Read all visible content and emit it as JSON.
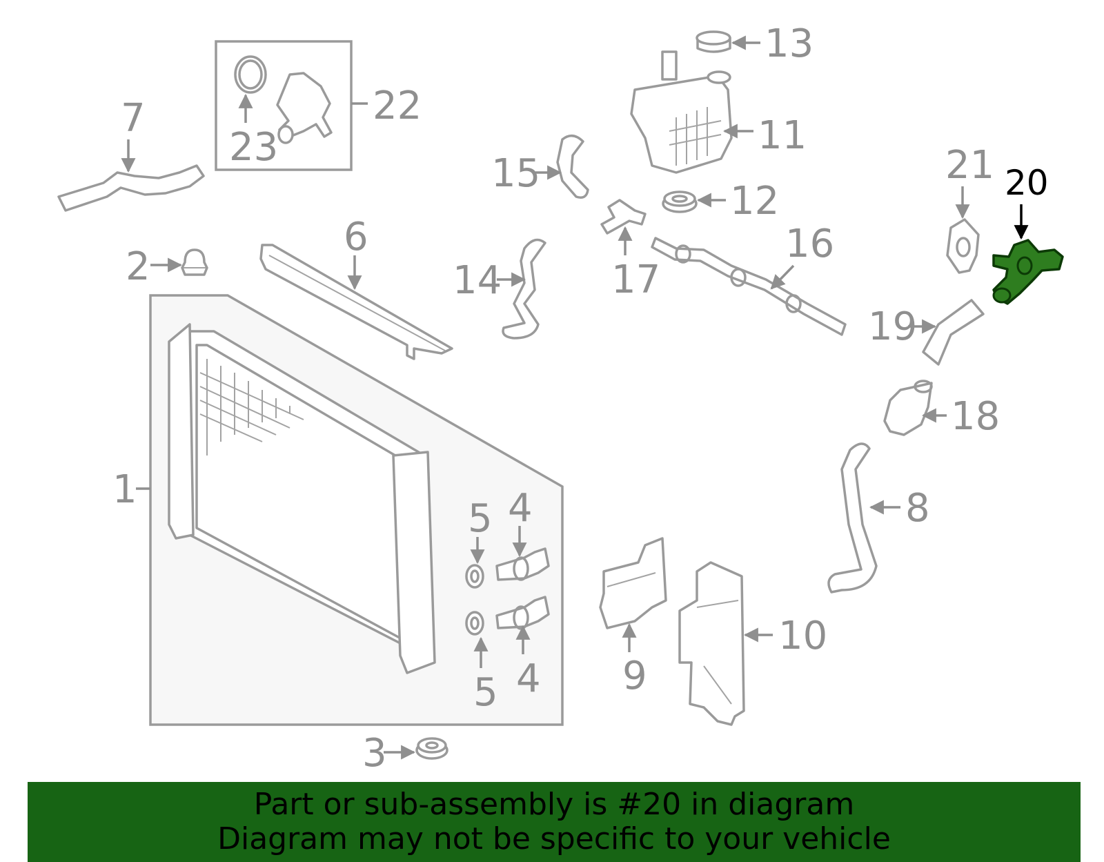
{
  "diagram": {
    "highlight_color": "#176414",
    "highlighted_part": "20",
    "callouts": [
      "1",
      "2",
      "3",
      "4",
      "4",
      "5",
      "5",
      "6",
      "7",
      "8",
      "9",
      "10",
      "11",
      "12",
      "13",
      "14",
      "15",
      "16",
      "17",
      "18",
      "19",
      "20",
      "21",
      "22",
      "23"
    ]
  },
  "banner": {
    "line1": "Part or sub-assembly is #20 in diagram",
    "line2": "Diagram may not be specific to your vehicle"
  }
}
